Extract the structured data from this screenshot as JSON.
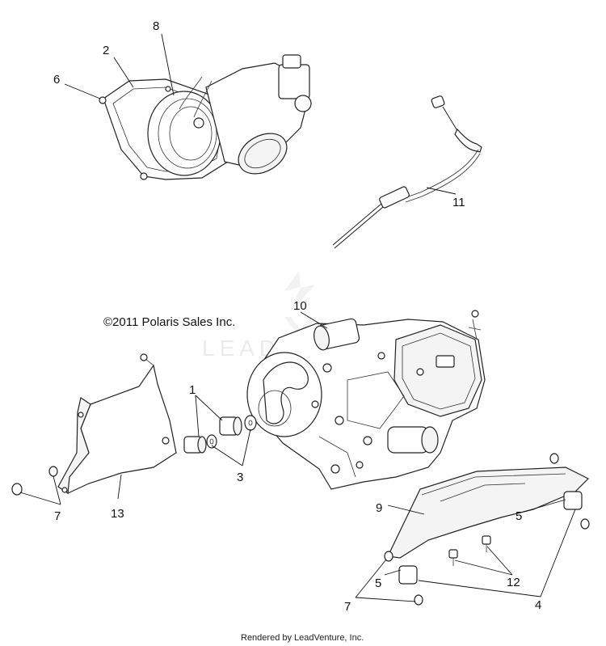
{
  "diagram": {
    "copyright": "©2011 Polaris Sales Inc.",
    "footer": "Rendered by LeadVenture, Inc.",
    "watermark": "LEADVENTURE"
  },
  "callouts": [
    {
      "id": "c1",
      "label": "1"
    },
    {
      "id": "c2",
      "label": "2"
    },
    {
      "id": "c3",
      "label": "3"
    },
    {
      "id": "c4",
      "label": "4"
    },
    {
      "id": "c5a",
      "label": "5"
    },
    {
      "id": "c5b",
      "label": "5"
    },
    {
      "id": "c6",
      "label": "6"
    },
    {
      "id": "c7a",
      "label": "7"
    },
    {
      "id": "c7b",
      "label": "7"
    },
    {
      "id": "c8",
      "label": "8"
    },
    {
      "id": "c9",
      "label": "9"
    },
    {
      "id": "c10",
      "label": "10"
    },
    {
      "id": "c11",
      "label": "11"
    },
    {
      "id": "c12",
      "label": "12"
    },
    {
      "id": "c13",
      "label": "13"
    }
  ]
}
